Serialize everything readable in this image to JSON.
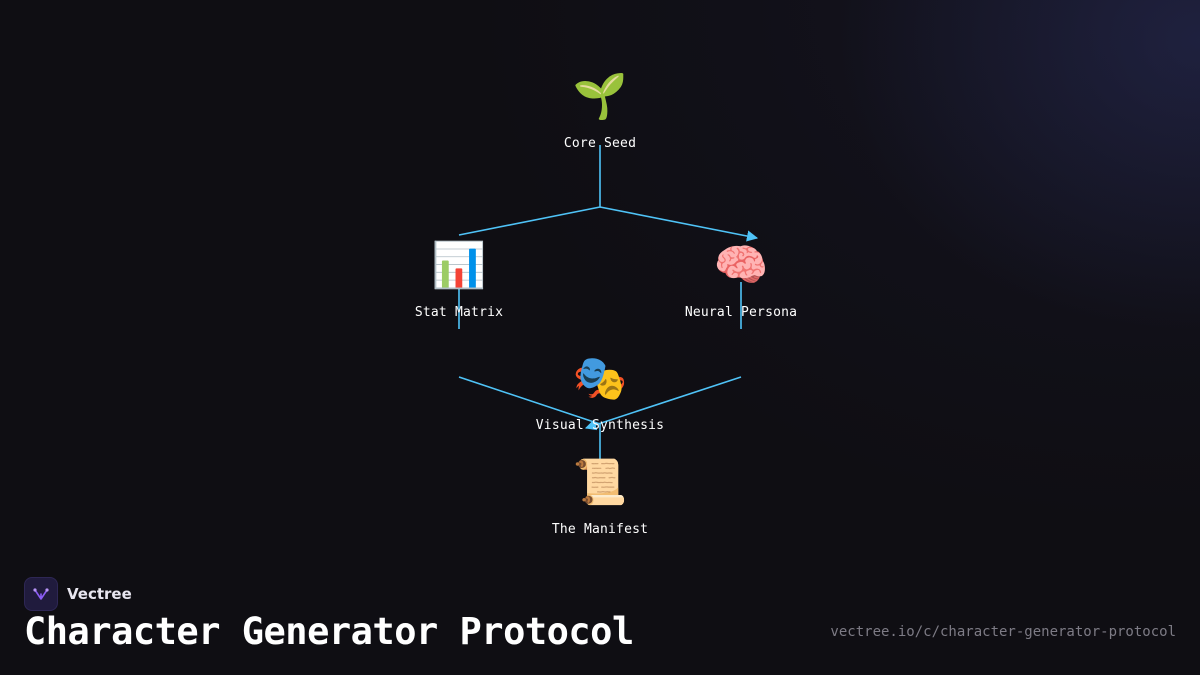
{
  "diagram": {
    "edge_color": "#4fc3f7",
    "nodes": [
      {
        "id": "core-seed",
        "label": "Core Seed",
        "emoji": "🌱",
        "icon": "seedling-icon"
      },
      {
        "id": "stat-matrix",
        "label": "Stat Matrix",
        "emoji": "📊",
        "icon": "bar-chart-icon"
      },
      {
        "id": "neural-persona",
        "label": "Neural Persona",
        "emoji": "🧠",
        "icon": "brain-icon"
      },
      {
        "id": "visual-synthesis",
        "label": "Visual Synthesis",
        "emoji": "🎭",
        "icon": "theater-masks-icon"
      },
      {
        "id": "the-manifest",
        "label": "The Manifest",
        "emoji": "📜",
        "icon": "scroll-icon"
      }
    ],
    "edges": [
      {
        "from": "core-seed",
        "to": "stat-matrix"
      },
      {
        "from": "core-seed",
        "to": "neural-persona"
      },
      {
        "from": "stat-matrix",
        "to": "visual-synthesis"
      },
      {
        "from": "neural-persona",
        "to": "visual-synthesis"
      },
      {
        "from": "visual-synthesis",
        "to": "the-manifest"
      }
    ]
  },
  "brand": {
    "name": "Vectree",
    "logo_color": "#8b5cf6"
  },
  "title": "Character Generator Protocol",
  "url": "vectree.io/c/character-generator-protocol"
}
